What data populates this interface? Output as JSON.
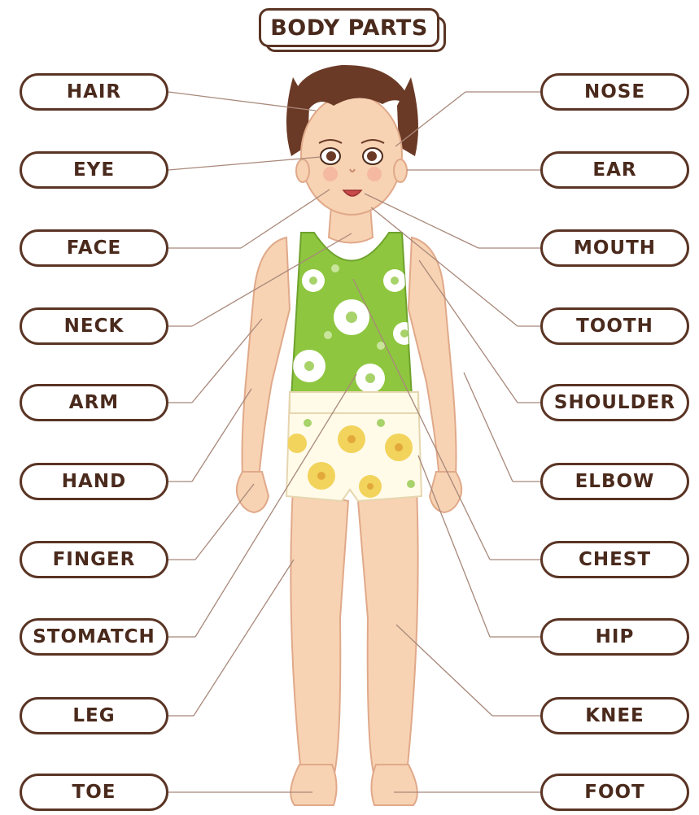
{
  "title": "BODY PARTS",
  "left_labels": [
    "HAIR",
    "EYE",
    "FACE",
    "NECK",
    "ARM",
    "HAND",
    "FINGER",
    "STOMATCH",
    "LEG",
    "TOE"
  ],
  "right_labels": [
    "NOSE",
    "EAR",
    "MOUTH",
    "TOOTH",
    "SHOULDER",
    "ELBOW",
    "CHEST",
    "HIP",
    "KNEE",
    "FOOT"
  ],
  "colors": {
    "outline": "#5a3424",
    "text": "#4a2a1c",
    "skin": "#f7d3b3",
    "hair": "#6b3a26",
    "top": "#8ec63f",
    "shorts": "#fffbe8",
    "flower_yellow": "#f2d35c"
  }
}
